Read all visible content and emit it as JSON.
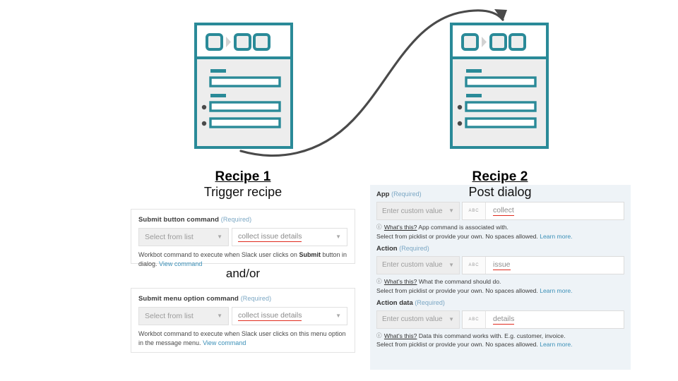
{
  "illustration": {
    "left_doc": {
      "name": "recipe-document-icon",
      "toolbar_boxes": 3,
      "bullet_rows": 2,
      "accent": "#2a8a98"
    },
    "right_doc": {
      "name": "recipe-document-icon",
      "toolbar_boxes": 3,
      "bullet_rows": 2,
      "accent": "#2a8a98"
    },
    "arrow": {
      "name": "s-curve-arrow",
      "color": "#4a4a4a"
    }
  },
  "recipe1": {
    "title": "Recipe 1",
    "subtitle": "Trigger recipe",
    "connector": "and/or",
    "fields": [
      {
        "label": "Submit button command",
        "required": "(Required)",
        "select_placeholder": "Select from list",
        "value": "collect issue details",
        "helper_pre": "Workbot command to execute when Slack user clicks on ",
        "helper_bold": "Submit",
        "helper_post": " button in dialog. ",
        "helper_link": "View command"
      },
      {
        "label": "Submit menu option command",
        "required": "(Required)",
        "select_placeholder": "Select from list",
        "value": "collect issue details",
        "helper_pre": "Workbot command to execute when Slack user clicks on this menu option in the message menu. ",
        "helper_bold": "",
        "helper_post": "",
        "helper_link": "View command"
      }
    ]
  },
  "recipe2": {
    "title": "Recipe 2",
    "subtitle": "Post dialog",
    "fields": [
      {
        "label": "App",
        "required": "(Required)",
        "select_placeholder": "Enter custom value",
        "type_tag": "ABC",
        "value": "collect",
        "whats_this": "What's this?",
        "help_line1": "App command is associated with.",
        "help_line2": "Select from picklist or provide your own. No spaces allowed.",
        "help_link": "Learn more."
      },
      {
        "label": "Action",
        "required": "(Required)",
        "select_placeholder": "Enter custom value",
        "type_tag": "ABC",
        "value": "issue",
        "whats_this": "What's this?",
        "help_line1": "What the command should do.",
        "help_line2": "Select from picklist or provide your own. No spaces allowed.",
        "help_link": "Learn more."
      },
      {
        "label": "Action data",
        "required": "(Required)",
        "select_placeholder": "Enter custom value",
        "type_tag": "ABC",
        "value": "details",
        "whats_this": "What's this?",
        "help_line1": "Data this command works with. E.g. customer, invoice.",
        "help_line2": "Select from picklist or provide your own. No spaces allowed.",
        "help_link": "Learn more."
      }
    ]
  },
  "colors": {
    "teal": "#2a8a98",
    "arrow": "#4a4a4a",
    "error_underline": "#e02b1e",
    "link": "#3a8fb7",
    "panel_bg": "#eef3f7"
  }
}
